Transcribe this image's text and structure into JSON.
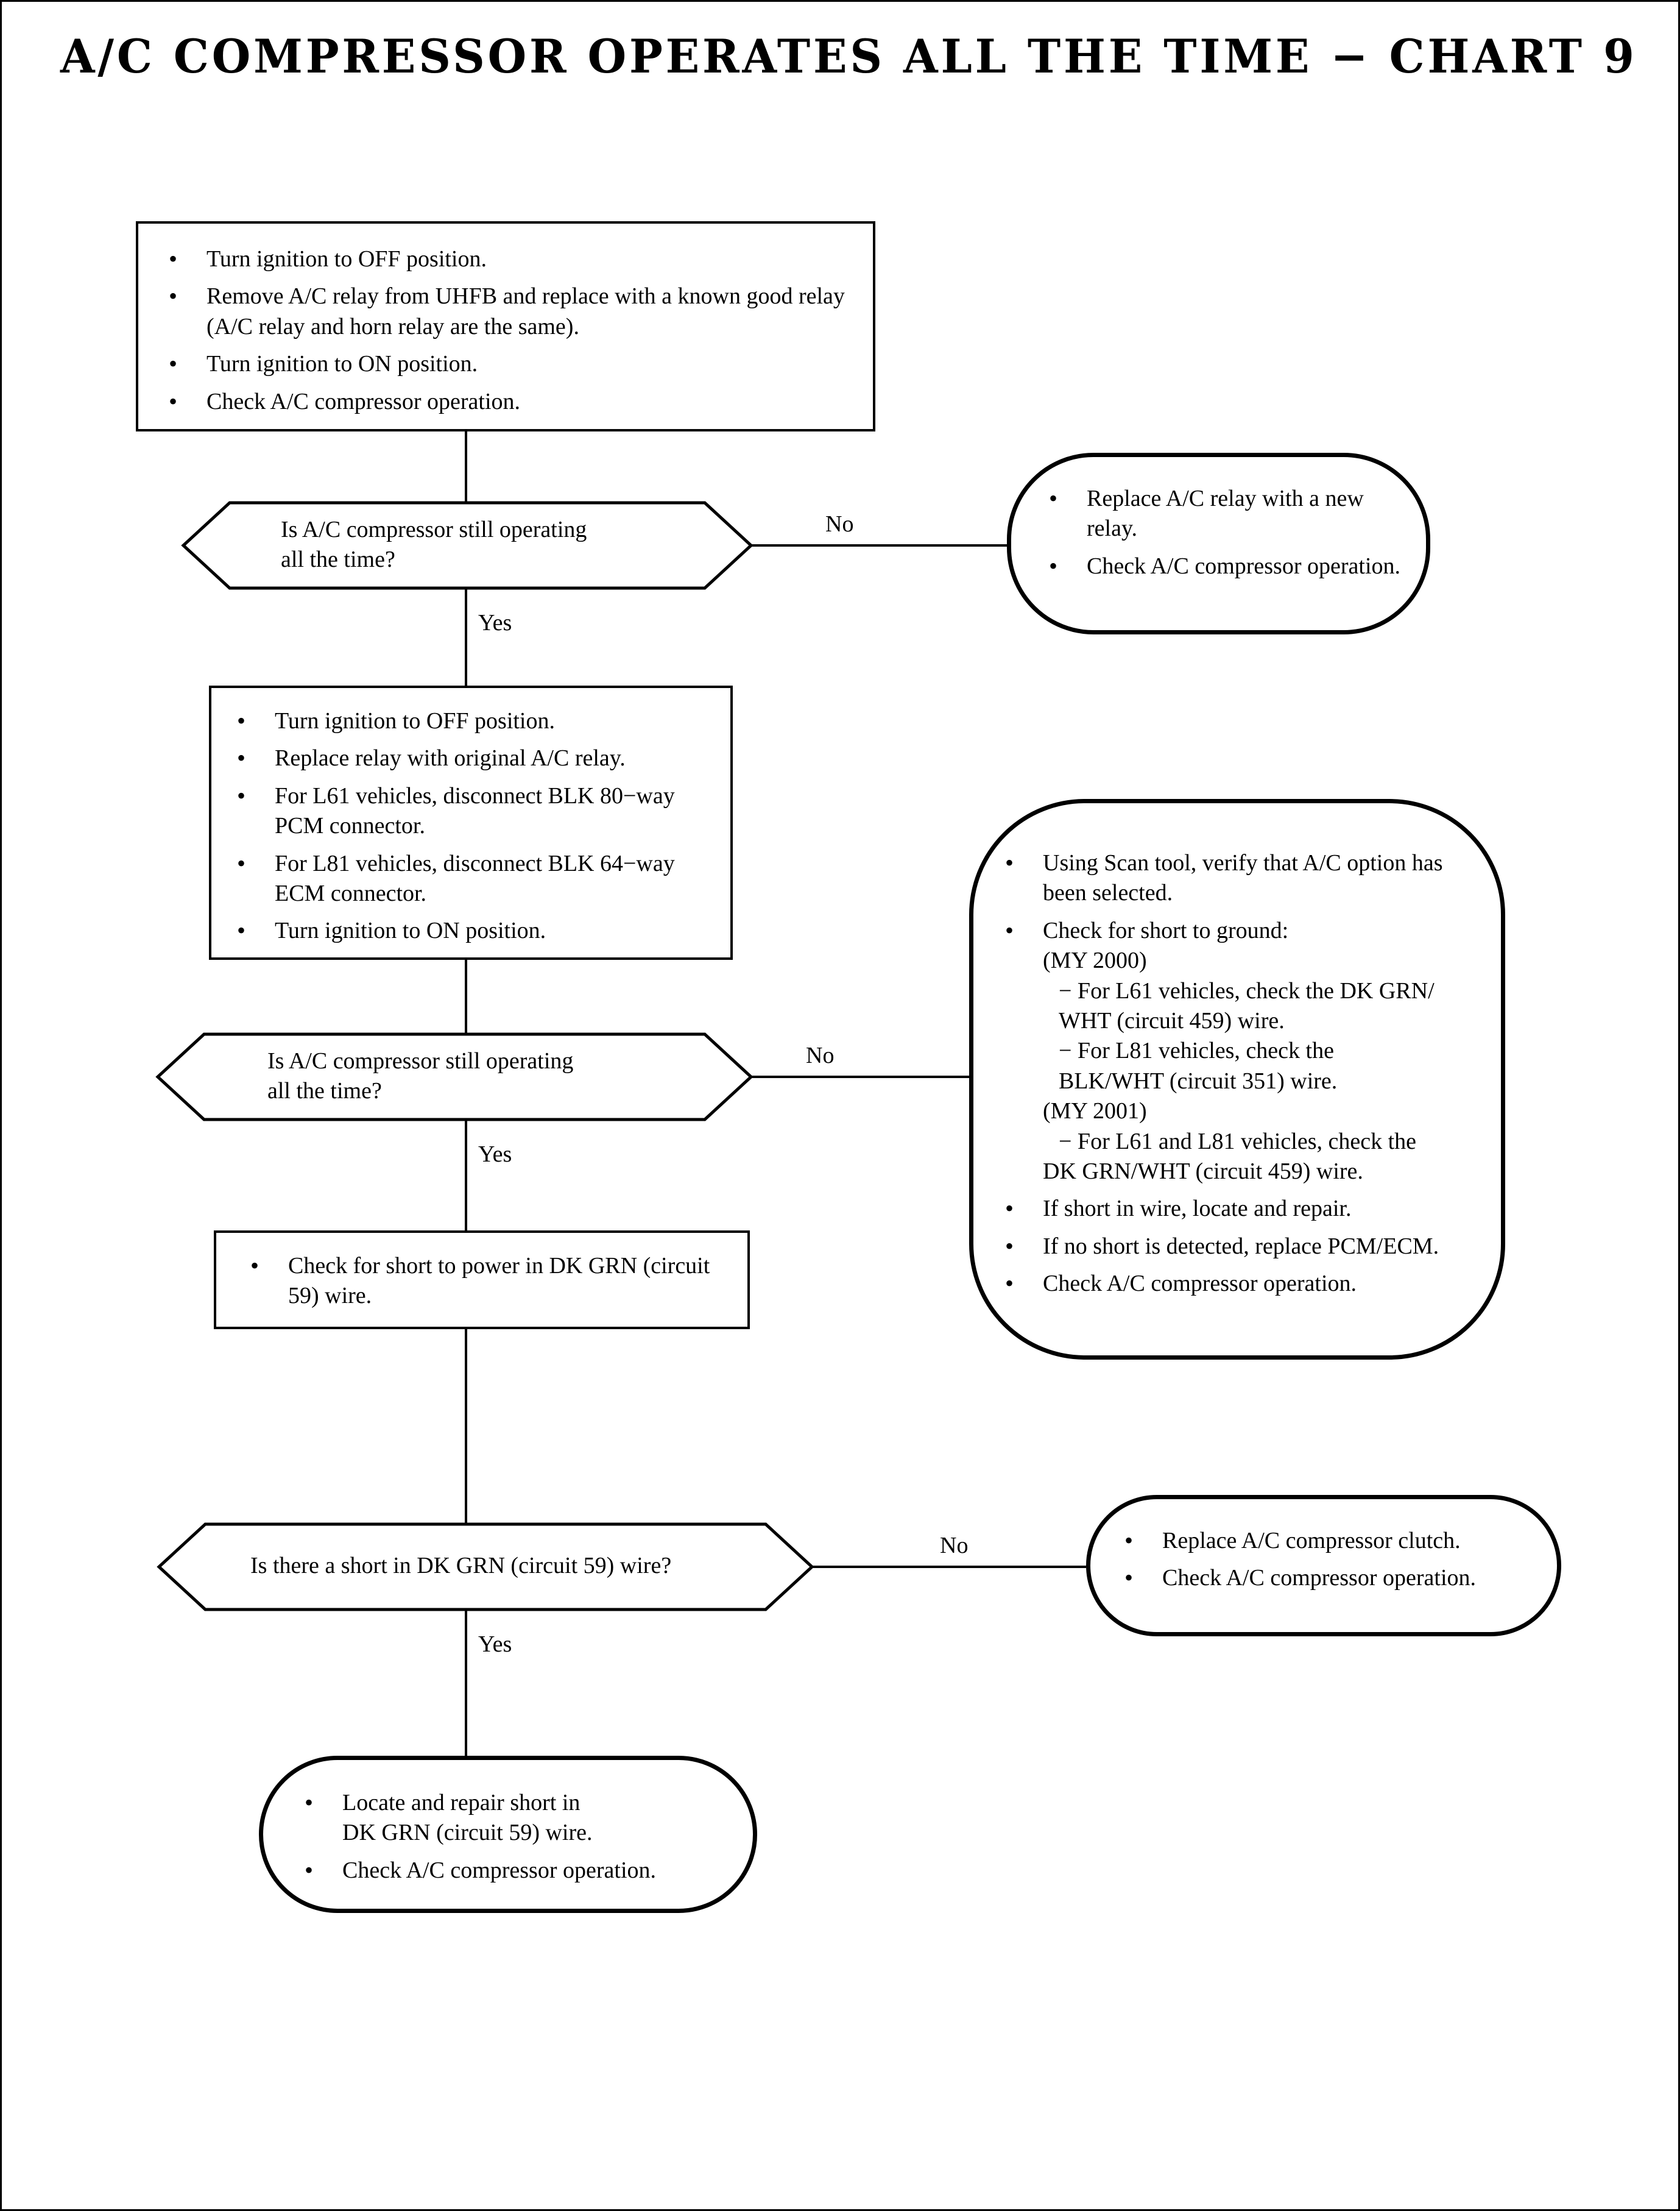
{
  "title": "A/C COMPRESSOR OPERATES ALL THE TIME − CHART 9",
  "nodes": {
    "step1": {
      "bullets": [
        "Turn ignition to OFF position.",
        "Remove A/C relay from UHFB and replace with a known good relay (A/C relay and horn relay are the same).",
        "Turn ignition to ON position.",
        "Check A/C compressor operation."
      ]
    },
    "decision1": {
      "line1": "Is A/C compressor still operating",
      "line2": "all the time?"
    },
    "result1": {
      "bullets": [
        "Replace A/C relay with a new relay.",
        "Check A/C compressor operation."
      ]
    },
    "step2": {
      "bullets": [
        "Turn ignition to OFF position.",
        "Replace relay with original A/C relay.",
        "For L61 vehicles, disconnect BLK 80−way PCM connector.",
        "For L81 vehicles, disconnect BLK 64−way ECM connector.",
        "Turn ignition to ON position."
      ]
    },
    "decision2": {
      "line1": "Is A/C compressor still operating",
      "line2": "all the time?"
    },
    "result2": {
      "b1": "Using Scan tool, verify that A/C option has been selected.",
      "b2": "Check for short to ground:",
      "my2000_label": "(MY 2000)",
      "my2000_l61": "− For L61 vehicles, check the DK GRN/",
      "my2000_l61b": "WHT (circuit 459) wire.",
      "my2000_l81": "− For L81 vehicles, check the",
      "my2000_l81b": "BLK/WHT (circuit 351) wire.",
      "my2001_label": "(MY 2001)",
      "my2001_l": "− For L61 and L81 vehicles, check the",
      "my2001_lb": "DK GRN/WHT (circuit 459) wire.",
      "b3": "If short in wire, locate and repair.",
      "b4": "If no short is detected, replace PCM/ECM.",
      "b5": "Check A/C compressor operation."
    },
    "step3": {
      "bullets": [
        "Check for short to power in DK GRN (circuit 59) wire."
      ]
    },
    "decision3": {
      "line1": "Is there a short in DK GRN (circuit 59) wire?"
    },
    "result3": {
      "bullets": [
        "Replace A/C compressor clutch.",
        "Check A/C compressor operation."
      ]
    },
    "result4": {
      "b1a": "Locate and repair short in",
      "b1b": "DK GRN (circuit 59) wire.",
      "b2": "Check A/C compressor operation."
    }
  },
  "edges": {
    "no1": "No",
    "yes1": "Yes",
    "no2": "No",
    "yes2": "Yes",
    "no3": "No",
    "yes3": "Yes"
  },
  "colors": {
    "ink": "#000000",
    "paper": "#ffffff"
  }
}
